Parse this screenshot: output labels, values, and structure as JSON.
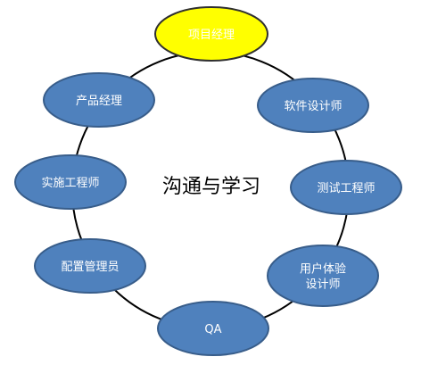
{
  "diagram": {
    "center_title": "沟通与学习",
    "nodes": [
      {
        "id": "project-manager",
        "lines": [
          "项目经理"
        ],
        "fill": "#FFFF00",
        "stroke": "#2F2F2F",
        "text_color": "#000000"
      },
      {
        "id": "software-designer",
        "lines": [
          "软件设计师"
        ],
        "fill": "#4F81BD",
        "stroke": "#385D8A",
        "text_color": "#FFFFFF"
      },
      {
        "id": "test-engineer",
        "lines": [
          "测试工程师"
        ],
        "fill": "#4F81BD",
        "stroke": "#385D8A",
        "text_color": "#FFFFFF"
      },
      {
        "id": "ux-designer",
        "lines": [
          "用户体验",
          "设计师"
        ],
        "fill": "#4F81BD",
        "stroke": "#385D8A",
        "text_color": "#FFFFFF"
      },
      {
        "id": "qa",
        "lines": [
          "QA"
        ],
        "fill": "#4F81BD",
        "stroke": "#385D8A",
        "text_color": "#FFFFFF"
      },
      {
        "id": "config-manager",
        "lines": [
          "配置管理员"
        ],
        "fill": "#4F81BD",
        "stroke": "#385D8A",
        "text_color": "#FFFFFF"
      },
      {
        "id": "implementation-engineer",
        "lines": [
          "实施工程师"
        ],
        "fill": "#4F81BD",
        "stroke": "#385D8A",
        "text_color": "#FFFFFF"
      },
      {
        "id": "product-manager",
        "lines": [
          "产品经理"
        ],
        "fill": "#4F81BD",
        "stroke": "#385D8A",
        "text_color": "#FFFFFF"
      }
    ],
    "ring_color": "#000000"
  }
}
